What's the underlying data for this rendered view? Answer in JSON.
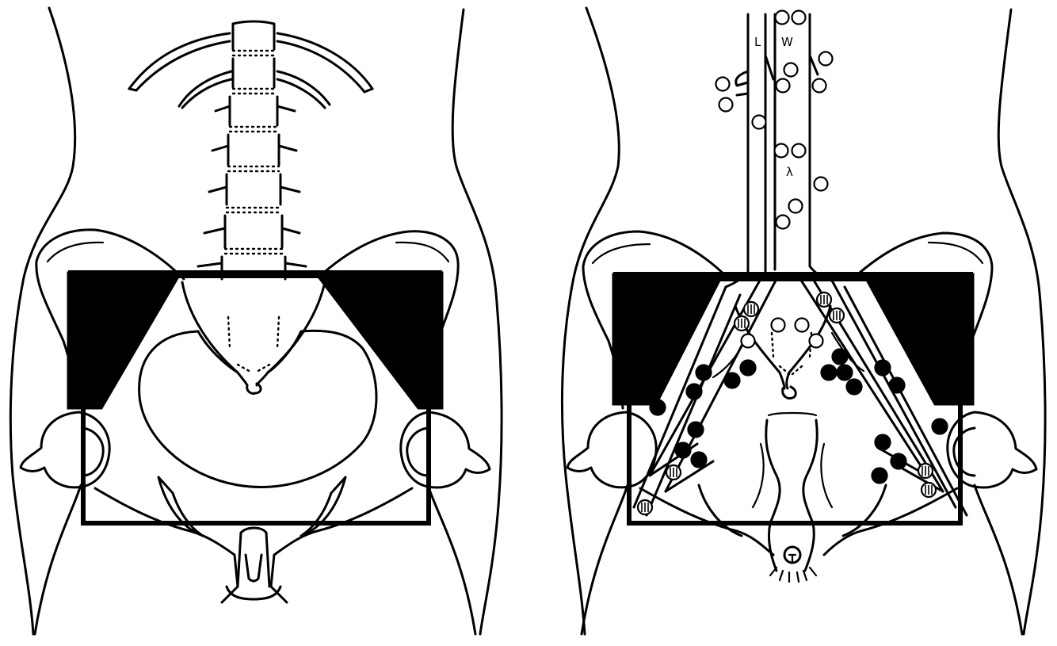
{
  "figure": {
    "panels": [
      {
        "id": "left",
        "content": "pelvic-bony-anatomy-with-treatment-field"
      },
      {
        "id": "right",
        "content": "pelvic-vessels-and-lymph-nodes-with-treatment-field"
      }
    ],
    "annotations": [
      "L",
      "W",
      "λ"
    ],
    "node_counts": {
      "open": 18,
      "filled": 18,
      "striped": 8
    },
    "colors": {
      "ink": "#000000",
      "background": "#ffffff"
    }
  }
}
